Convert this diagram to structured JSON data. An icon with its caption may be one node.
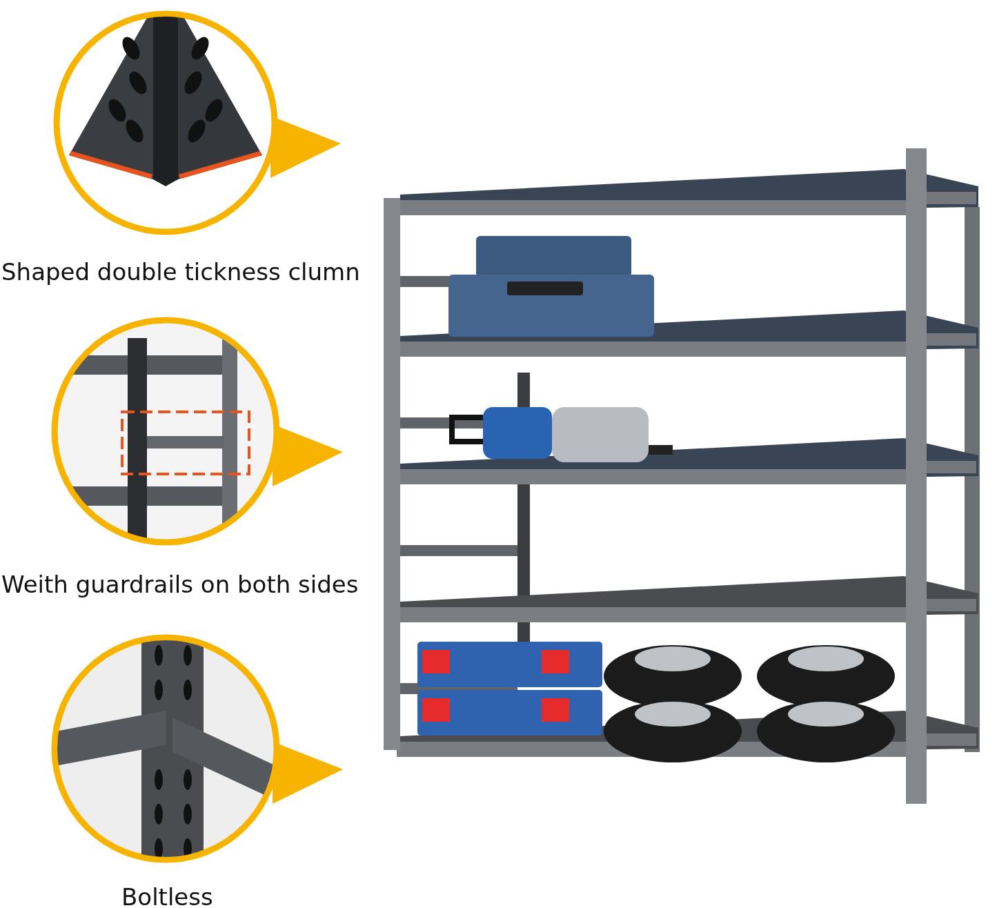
{
  "diagram": {
    "labels": [
      "Shaped double tickness clumn",
      "Weith guardrails on both sides",
      "Boltless"
    ]
  }
}
